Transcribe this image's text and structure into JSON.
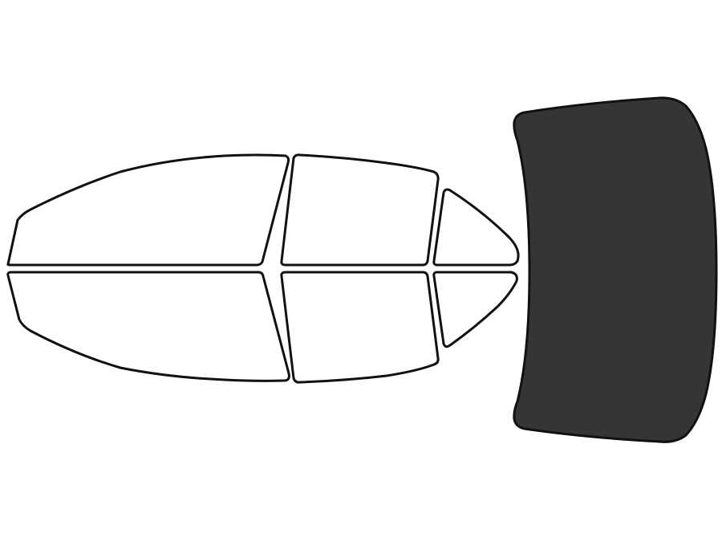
{
  "colors": {
    "background": "#ffffff",
    "outline": "#111111",
    "untinted_fill": "#ffffff",
    "tinted_fill": "#353535"
  },
  "windows": [
    {
      "name": "front-driver-window",
      "tinted": false
    },
    {
      "name": "rear-driver-window",
      "tinted": false
    },
    {
      "name": "rear-driver-quarter-window",
      "tinted": false
    },
    {
      "name": "front-passenger-window",
      "tinted": false
    },
    {
      "name": "rear-passenger-window",
      "tinted": false
    },
    {
      "name": "rear-passenger-quarter-window",
      "tinted": false
    },
    {
      "name": "windshield",
      "tinted": true
    }
  ]
}
